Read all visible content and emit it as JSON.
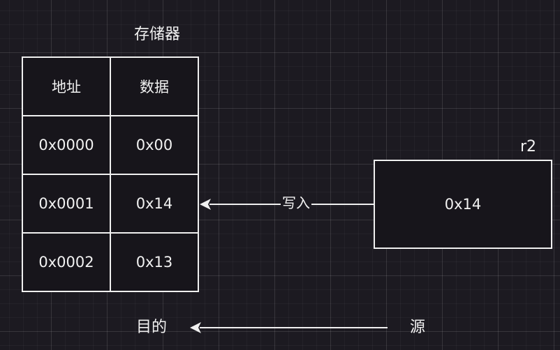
{
  "memory": {
    "title": "存储器",
    "headers": [
      "地址",
      "数据"
    ],
    "rows": [
      {
        "address": "0x0000",
        "data": "0x00"
      },
      {
        "address": "0x0001",
        "data": "0x14"
      },
      {
        "address": "0x0002",
        "data": "0x13"
      }
    ]
  },
  "register": {
    "name": "r2",
    "value": "0x14"
  },
  "edge": {
    "label": "写入",
    "from": "register",
    "to": "memory.rows.1"
  },
  "legend": {
    "destination": "目的",
    "source": "源"
  },
  "colors": {
    "background": "#1c1a21",
    "stroke": "#f0f0f0",
    "text": "#f2f2f2"
  }
}
